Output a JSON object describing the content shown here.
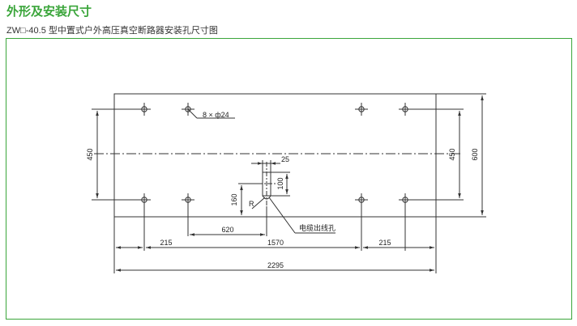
{
  "header": {
    "title": "外形及安装尺寸",
    "subtitle": "ZW□-40.5 型中置式户外高压真空断路器安装孔尺寸图"
  },
  "drawing": {
    "dimensions": {
      "width_total": "2295",
      "hole_span": "1570",
      "left_offset": "215",
      "right_offset": "215",
      "cable_offset": "620",
      "height_total": "600",
      "hole_rows": "450",
      "hole_rows_left": "450",
      "cable_height": "160",
      "cable_width": "25",
      "cable_len": "100"
    },
    "labels": {
      "holes": "8 × ф24",
      "radius": "R",
      "cable_hole": "电缆出线孔"
    }
  },
  "colors": {
    "accent": "#3aa53a",
    "line": "#333333"
  }
}
